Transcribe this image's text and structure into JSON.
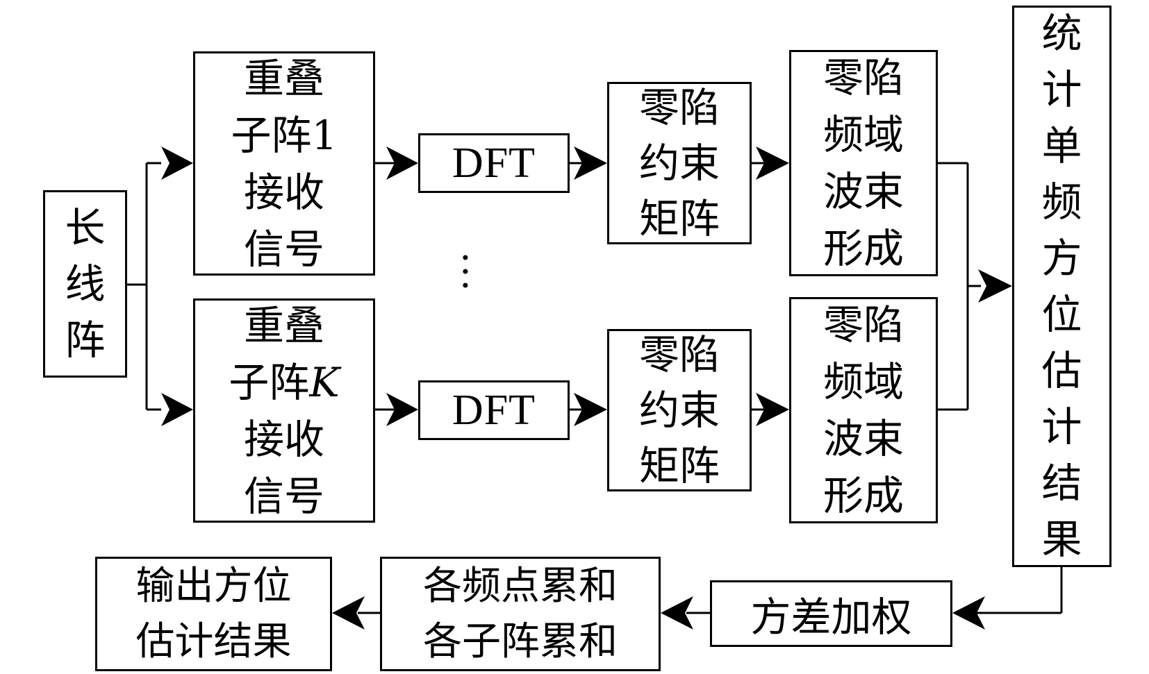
{
  "diagram": {
    "long_array": "长线阵",
    "subarrays": [
      {
        "signal_lines": [
          "重叠",
          "子阵1",
          "接收",
          "信号"
        ],
        "dft": "DFT",
        "matrix_lines": [
          "零陷",
          "约束",
          "矩阵"
        ],
        "beam_lines": [
          "零陷",
          "频域",
          "波束",
          "形成"
        ]
      },
      {
        "signal_lines": [
          "重叠",
          "子阵",
          "接收",
          "信号"
        ],
        "signal_index": "K",
        "dft": "DFT",
        "matrix_lines": [
          "零陷",
          "约束",
          "矩阵"
        ],
        "beam_lines": [
          "零陷",
          "频域",
          "波束",
          "形成"
        ]
      }
    ],
    "ellipsis": [
      "·",
      "·",
      "·"
    ],
    "statistics": "统计单频方位估计结果",
    "variance_weighting": "方差加权",
    "accumulate_lines": [
      "各频点累和",
      "各子阵累和"
    ],
    "output_lines": [
      "输出方位",
      "估计结果"
    ]
  }
}
